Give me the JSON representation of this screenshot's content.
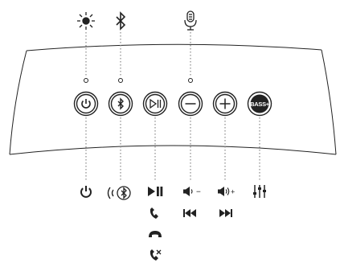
{
  "indicators": {
    "power_led": "sun-led-icon",
    "bluetooth_led": "bluetooth-led-icon",
    "mic": "microphone-icon"
  },
  "buttons": [
    {
      "id": "power",
      "icon": "power-icon"
    },
    {
      "id": "bluetooth",
      "icon": "bluetooth-icon"
    },
    {
      "id": "play_pause",
      "icon": "play-pause-icon"
    },
    {
      "id": "volume_down",
      "icon": "minus-icon"
    },
    {
      "id": "volume_up",
      "icon": "plus-icon"
    },
    {
      "id": "bass",
      "icon": "bass-icon",
      "label": "BASS+"
    }
  ],
  "functions": {
    "power": [
      "power-icon"
    ],
    "bluetooth": [
      "bluetooth-pairing-icon"
    ],
    "play_pause": [
      "play-pause-icon",
      "answer-call-icon",
      "end-call-icon",
      "reject-call-icon"
    ],
    "volume_down": [
      "volume-down-icon",
      "previous-track-icon"
    ],
    "volume_up": [
      "volume-up-icon",
      "next-track-icon"
    ],
    "bass": [
      "equalizer-icon"
    ]
  },
  "texts": {
    "vol_minus": "−",
    "vol_plus": "+"
  },
  "colors": {
    "outline": "#222222",
    "dots": "#888888"
  }
}
